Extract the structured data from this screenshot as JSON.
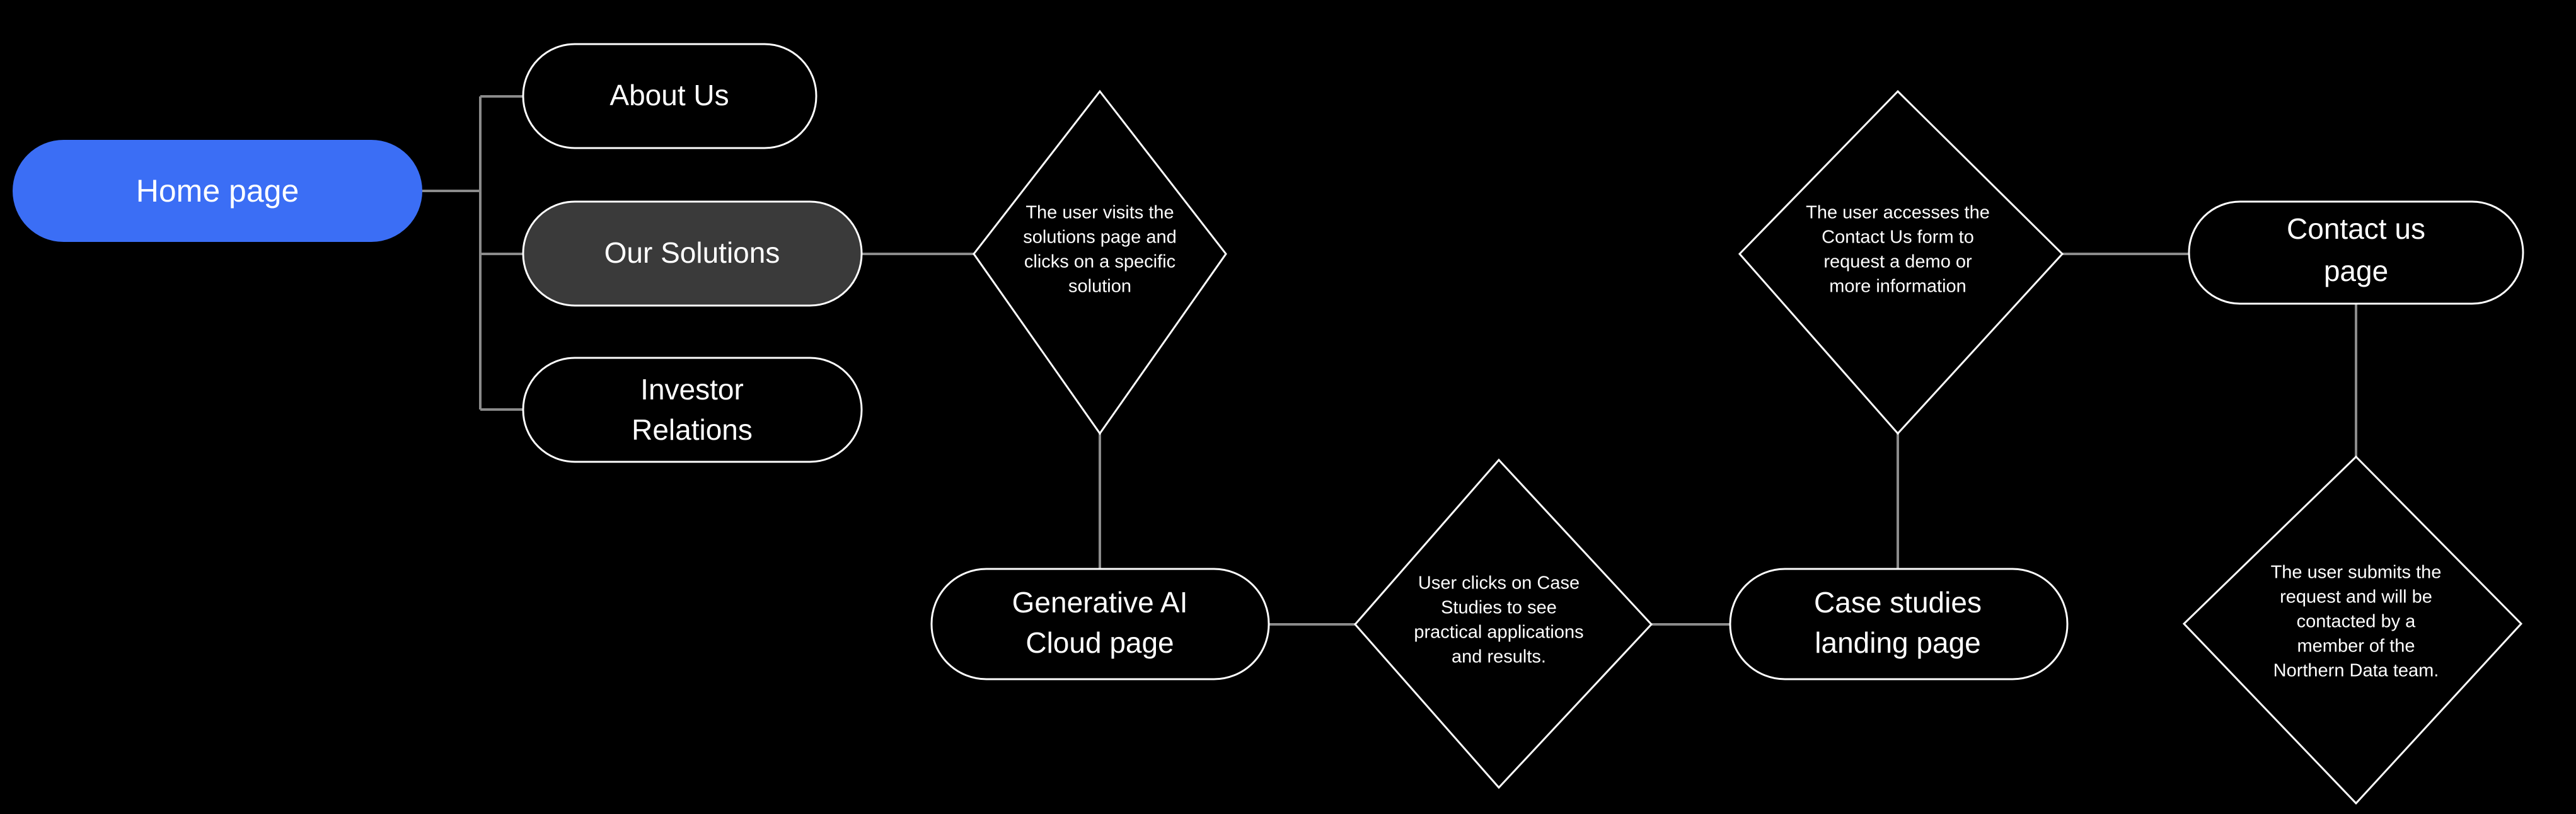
{
  "diagram": {
    "type": "flowchart",
    "background_color": "#000000",
    "edge_color": "#8b8b8b",
    "node_border_color": "#ffffff",
    "accent_color": "#3b6ef5",
    "muted_color": "#3a3a3a",
    "text_color": "#ffffff"
  },
  "nodes": {
    "home_page": {
      "label": "Home page"
    },
    "about_us": {
      "label": "About Us"
    },
    "our_solutions": {
      "label": "Our Solutions"
    },
    "investor_relations": {
      "line1": "Investor",
      "line2": "Relations"
    },
    "generative_ai_cloud_page": {
      "line1": "Generative AI",
      "line2": "Cloud page"
    },
    "case_studies_landing_page": {
      "line1": "Case studies",
      "line2": "landing page"
    },
    "contact_us_page": {
      "line1": "Contact us",
      "line2": "page"
    }
  },
  "decisions": {
    "visit_solutions": {
      "lines": [
        "The user visits the",
        "solutions page and",
        "clicks on a specific",
        "solution"
      ]
    },
    "click_case_studies": {
      "lines": [
        "User clicks on Case",
        "Studies to see",
        "practical applications",
        "and results."
      ]
    },
    "access_contact_form": {
      "lines": [
        "The user accesses the",
        "Contact Us form to",
        "request a demo or",
        "more information"
      ]
    },
    "submit_request": {
      "lines": [
        "The user submits the",
        "request and will be",
        "contacted by a",
        "member of the",
        "Northern Data team."
      ]
    }
  },
  "edges": [
    {
      "from": "home_page",
      "to": "about_us"
    },
    {
      "from": "home_page",
      "to": "our_solutions"
    },
    {
      "from": "home_page",
      "to": "investor_relations"
    },
    {
      "from": "our_solutions",
      "to": "visit_solutions"
    },
    {
      "from": "visit_solutions",
      "to": "generative_ai_cloud_page"
    },
    {
      "from": "generative_ai_cloud_page",
      "to": "click_case_studies"
    },
    {
      "from": "click_case_studies",
      "to": "case_studies_landing_page"
    },
    {
      "from": "case_studies_landing_page",
      "to": "access_contact_form"
    },
    {
      "from": "access_contact_form",
      "to": "contact_us_page"
    },
    {
      "from": "contact_us_page",
      "to": "submit_request"
    }
  ]
}
